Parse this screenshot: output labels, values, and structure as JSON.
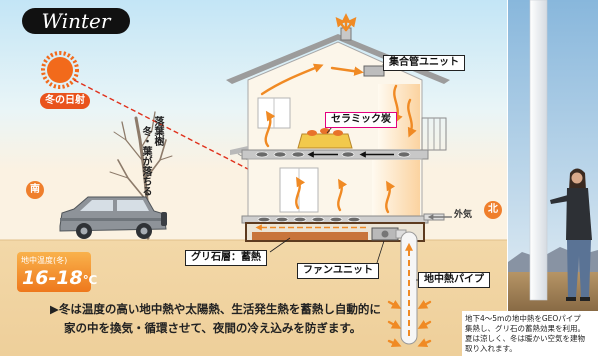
{
  "title": "Winter",
  "sun": {
    "label": "冬の日射"
  },
  "tree": {
    "name": "落葉樹",
    "note": "冬・葉が落ちる"
  },
  "compass": {
    "south": "南",
    "north": "北"
  },
  "house_labels": {
    "manifold_unit": "集合管ユニット",
    "ceramic_charcoal": "セラミック炭",
    "gravel_layer": "グリ石層：蓄熱",
    "fan_unit": "ファンユニット",
    "geo_pipe": "地中熱パイプ",
    "outside_air": "外気"
  },
  "ground_temperature": {
    "label": "地中温度(冬)",
    "value": "16-18",
    "unit": "℃"
  },
  "caption": {
    "line1": "▶冬は温度の高い地中熱や太陽熱、生活発生熱を蓄熱し自動的に",
    "line2": "家の中を換気・循環させて、夜間の冷え込みを防ぎます。"
  },
  "photo_note": {
    "line1": "地下4〜5mの地中熱をGEOパイプ",
    "line2": "集熱し、グリ石の蓄熱効果を利用。",
    "line3": "夏は涼しく、冬は暖かい空気を建物",
    "line4": "取り入れます。"
  },
  "colors": {
    "heat_arrow": "#f08a24",
    "accent": "#e9531d",
    "ceramic_border": "#e4007f",
    "title_bg": "#111111",
    "compass": "#ef7f2c"
  }
}
